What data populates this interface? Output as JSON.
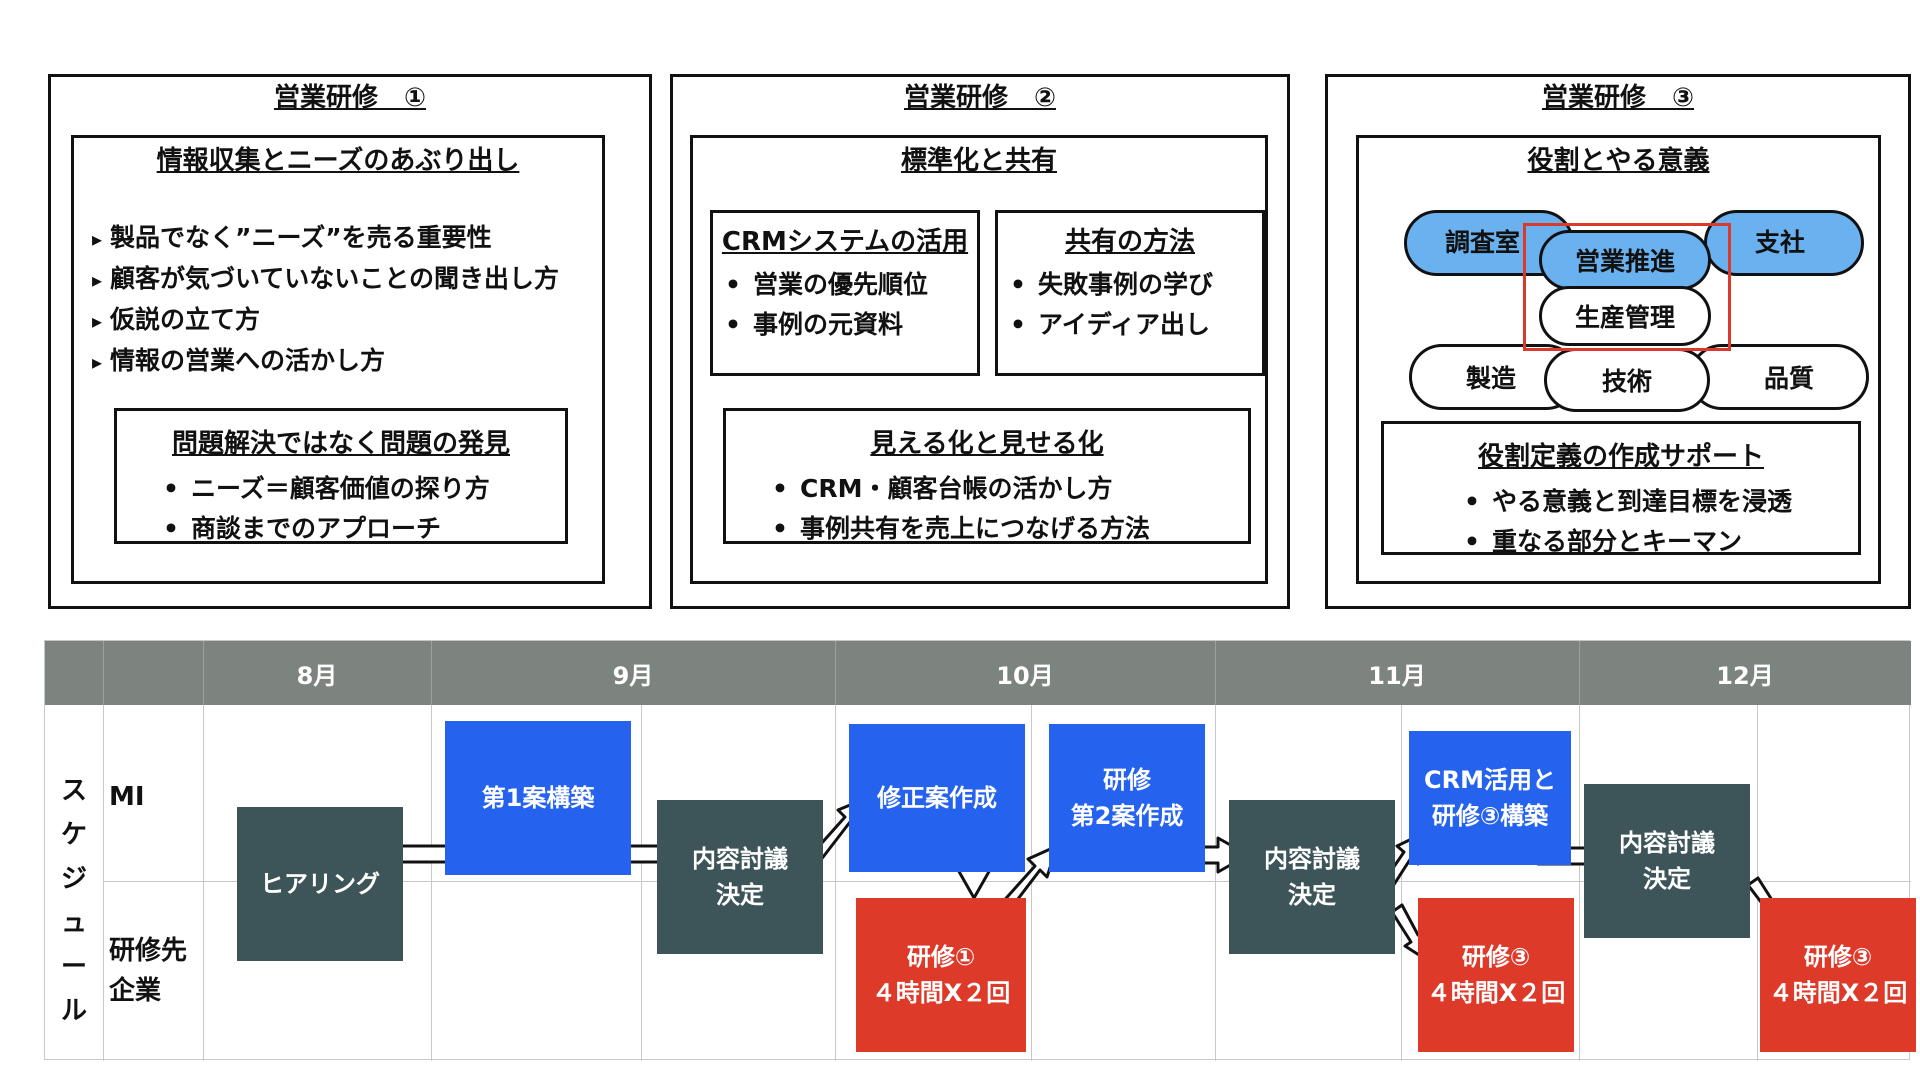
{
  "panels": [
    {
      "title": "営業研修　①",
      "inner_title": "情報収集とニーズのあぶり出し",
      "items": [
        "製品でなく”ニーズ”を売る重要性",
        "顧客が気づいていないことの聞き出し方",
        "仮説の立て方",
        "情報の営業への活かし方"
      ],
      "sub_title": "問題解決ではなく問題の発見",
      "sub_items": [
        "ニーズ＝顧客価値の探り方",
        "商談までのアプローチ"
      ]
    },
    {
      "title": "営業研修　②",
      "inner_title": "標準化と共有",
      "box_a_title": "CRMシステムの活用",
      "box_a_items": [
        "営業の優先順位",
        "事例の元資料"
      ],
      "box_b_title": "共有の方法",
      "box_b_items": [
        "失敗事例の学び",
        "アイディア出し"
      ],
      "sub_title": "見える化と見せる化",
      "sub_items": [
        "CRM・顧客台帳の活かし方",
        "事例共有を売上につなげる方法"
      ]
    },
    {
      "title": "営業研修　③",
      "inner_title": "役割とやる意義",
      "roles": {
        "chousashitsu": "調査室",
        "shisha": "支社",
        "eigyo_suishin": "営業推進",
        "seisan_kanri": "生産管理",
        "seizou": "製造",
        "gijutsu": "技術",
        "hinshitsu": "品質"
      },
      "highlight_color": "#d93a2b",
      "sub_title": "役割定義の作成サポート",
      "sub_items": [
        "やる意義と到達目標を浸透",
        "重なる部分とキーマン"
      ]
    }
  ],
  "schedule": {
    "months": [
      "8月",
      "9月",
      "10月",
      "11月",
      "12月"
    ],
    "side_label": [
      "ス",
      "ケ",
      "ジ",
      "ュ",
      "ー",
      "ル"
    ],
    "row_mi": "MI",
    "row_client": [
      "研修先",
      "企業"
    ],
    "boxes": {
      "hearing": "ヒアリング",
      "plan1": "第1案構築",
      "review1": [
        "内容討議",
        "決定"
      ],
      "revise": "修正案作成",
      "training1": [
        "研修①",
        "４時間X２回"
      ],
      "plan2": [
        "研修",
        "第2案作成"
      ],
      "review2": [
        "内容討議",
        "決定"
      ],
      "crm": [
        "CRM活用と",
        "研修③構築"
      ],
      "training3a": [
        "研修③",
        "４時間X２回"
      ],
      "review3": [
        "内容討議",
        "決定"
      ],
      "training3b": [
        "研修③",
        "４時間X２回"
      ]
    },
    "colors": {
      "header": "#7d8480",
      "dark": "#3d5559",
      "blue": "#2563ee",
      "red": "#dd3a2a"
    }
  }
}
